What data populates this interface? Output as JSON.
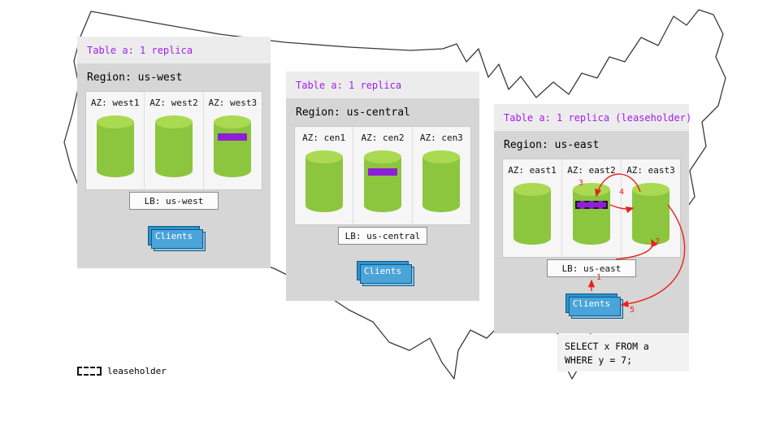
{
  "legend": {
    "label": "leaseholder"
  },
  "sql_box": {
    "lines": [
      "SELECT x FROM a",
      "WHERE y = 7;"
    ]
  },
  "regions": [
    {
      "name": "us-west",
      "table_label": "Table a: 1 replica",
      "region_label": "Region: us-west",
      "azs": [
        {
          "label": "AZ: west1",
          "replica": false,
          "leaseholder": false
        },
        {
          "label": "AZ: west2",
          "replica": false,
          "leaseholder": false
        },
        {
          "label": "AZ: west3",
          "replica": true,
          "leaseholder": false
        }
      ],
      "lb_label": "LB: us-west",
      "clients_label": "Clients"
    },
    {
      "name": "us-central",
      "table_label": "Table a: 1 replica",
      "region_label": "Region: us-central",
      "azs": [
        {
          "label": "AZ: cen1",
          "replica": false,
          "leaseholder": false
        },
        {
          "label": "AZ: cen2",
          "replica": true,
          "leaseholder": false
        },
        {
          "label": "AZ: cen3",
          "replica": false,
          "leaseholder": false
        }
      ],
      "lb_label": "LB: us-central",
      "clients_label": "Clients"
    },
    {
      "name": "us-east",
      "table_label": "Table a: 1 replica (leaseholder)",
      "region_label": "Region: us-east",
      "azs": [
        {
          "label": "AZ: east1",
          "replica": false,
          "leaseholder": false
        },
        {
          "label": "AZ: east2",
          "replica": true,
          "leaseholder": true
        },
        {
          "label": "AZ: east3",
          "replica": false,
          "leaseholder": false
        }
      ],
      "lb_label": "LB: us-east",
      "clients_label": "Clients"
    }
  ],
  "flow_arrows": [
    {
      "label": "1"
    },
    {
      "label": "2"
    },
    {
      "label": "3"
    },
    {
      "label": "4"
    },
    {
      "label": "5"
    }
  ],
  "colors": {
    "table_header_text": "#a020f0",
    "replica_marker": "#8e1fd6",
    "cylinder": "#8cc63f",
    "arrow": "#e8211d",
    "clients_button": "#2b93d1"
  }
}
